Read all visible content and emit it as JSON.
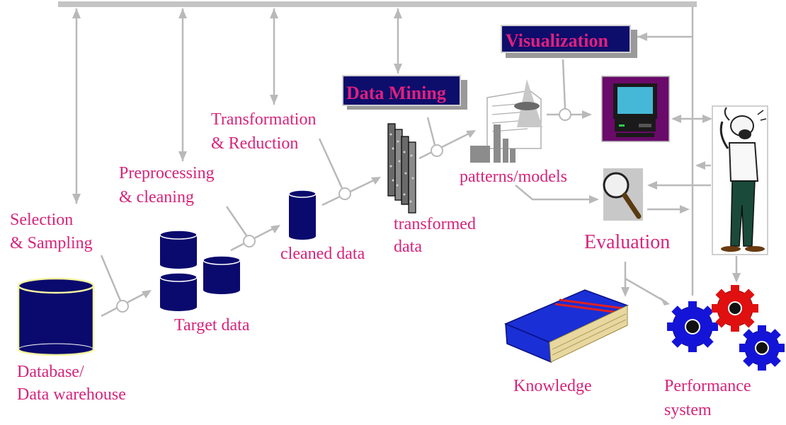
{
  "stages": {
    "selection": {
      "line1": "Selection",
      "line2": "& Sampling"
    },
    "preprocessing": {
      "line1": "Preprocessing",
      "line2": "& cleaning"
    },
    "transformation": {
      "line1": "Transformation",
      "line2": "& Reduction"
    },
    "data_mining": {
      "label": "Data Mining"
    },
    "visualization": {
      "label": "Visualization"
    },
    "evaluation": {
      "label": "Evaluation"
    }
  },
  "artifacts": {
    "database": {
      "line1": "Database/",
      "line2": "Data warehouse"
    },
    "target_data": {
      "label": "Target data"
    },
    "cleaned_data": {
      "label": "cleaned data"
    },
    "transformed_data": {
      "line1": "transformed",
      "line2": "data"
    },
    "patterns_models": {
      "label": "patterns/models"
    },
    "knowledge": {
      "label": "Knowledge"
    },
    "performance_system": {
      "line1": "Performance",
      "line2": "system"
    }
  },
  "colors": {
    "label_pink": "#d6247a",
    "cylinder_navy": "#0a0a6e",
    "arrow_gray": "#b9b9b9",
    "box_navy": "#0d0d6b",
    "monitor_frame": "#6a0a6a",
    "book_blue": "#1a2fd6",
    "gear_blue": "#1414d8",
    "gear_red": "#e01010"
  },
  "icons": [
    "database-cylinder-icon",
    "stacked-data-cylinders-icon",
    "transformed-data-strips-icon",
    "patterns-chart-icon",
    "monitor-icon",
    "magnifier-icon",
    "thinking-person-icon",
    "knowledge-book-icon",
    "gears-icon"
  ]
}
